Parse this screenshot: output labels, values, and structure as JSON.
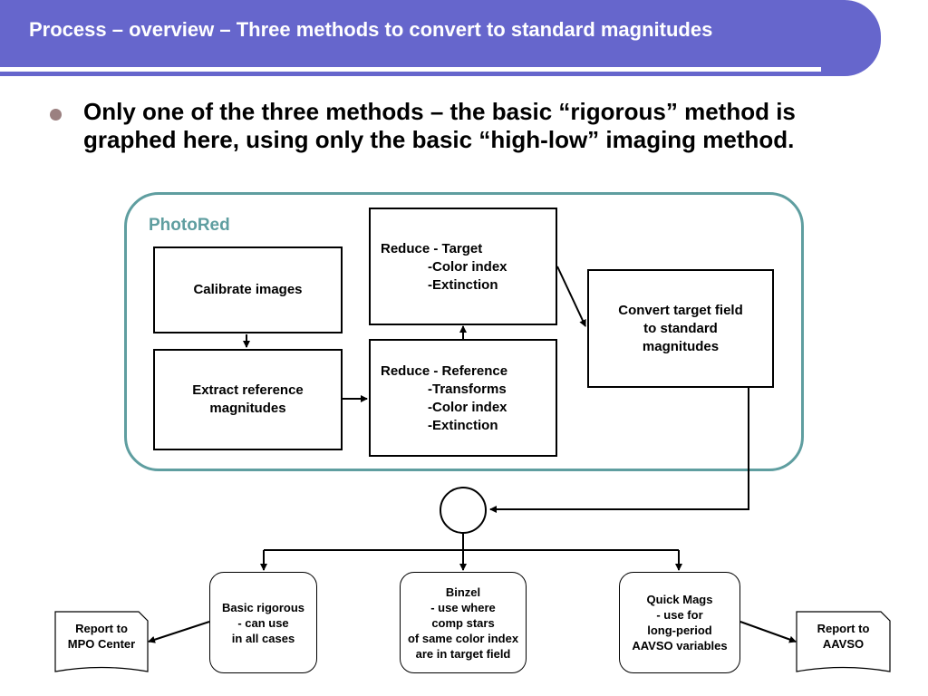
{
  "title": "Process – overview – Three methods to convert to standard magnitudes",
  "bullet": "Only one of the three methods – the basic “rigorous” method is graphed here, using only the basic “high-low” imaging method.",
  "group_label": "PhotoRed",
  "boxes": {
    "calibrate": "Calibrate images",
    "extract": [
      "Extract reference",
      "magnitudes"
    ],
    "reduce_target": {
      "title": "Reduce - Target",
      "items": [
        "Color index",
        "Extinction"
      ]
    },
    "reduce_reference": {
      "title": "Reduce - Reference",
      "items": [
        "Transforms",
        "Color index",
        "Extinction"
      ]
    },
    "convert": [
      "Convert target field",
      "to standard",
      "magnitudes"
    ]
  },
  "methods": {
    "basic": [
      "Basic rigorous",
      "- can use",
      "in all cases"
    ],
    "binzel": [
      "Binzel",
      "- use where",
      "comp stars",
      "of same color index",
      "are in target field"
    ],
    "quick": [
      "Quick Mags",
      "- use for",
      "long-period",
      "AAVSO variables"
    ]
  },
  "reports": {
    "mpo": [
      "Report to",
      "MPO Center"
    ],
    "aavso": [
      "Report to",
      "AAVSO"
    ]
  },
  "colors": {
    "title_bg": "#6666cc",
    "group_border": "#5f9ea0",
    "bullet": "#9b8080"
  }
}
